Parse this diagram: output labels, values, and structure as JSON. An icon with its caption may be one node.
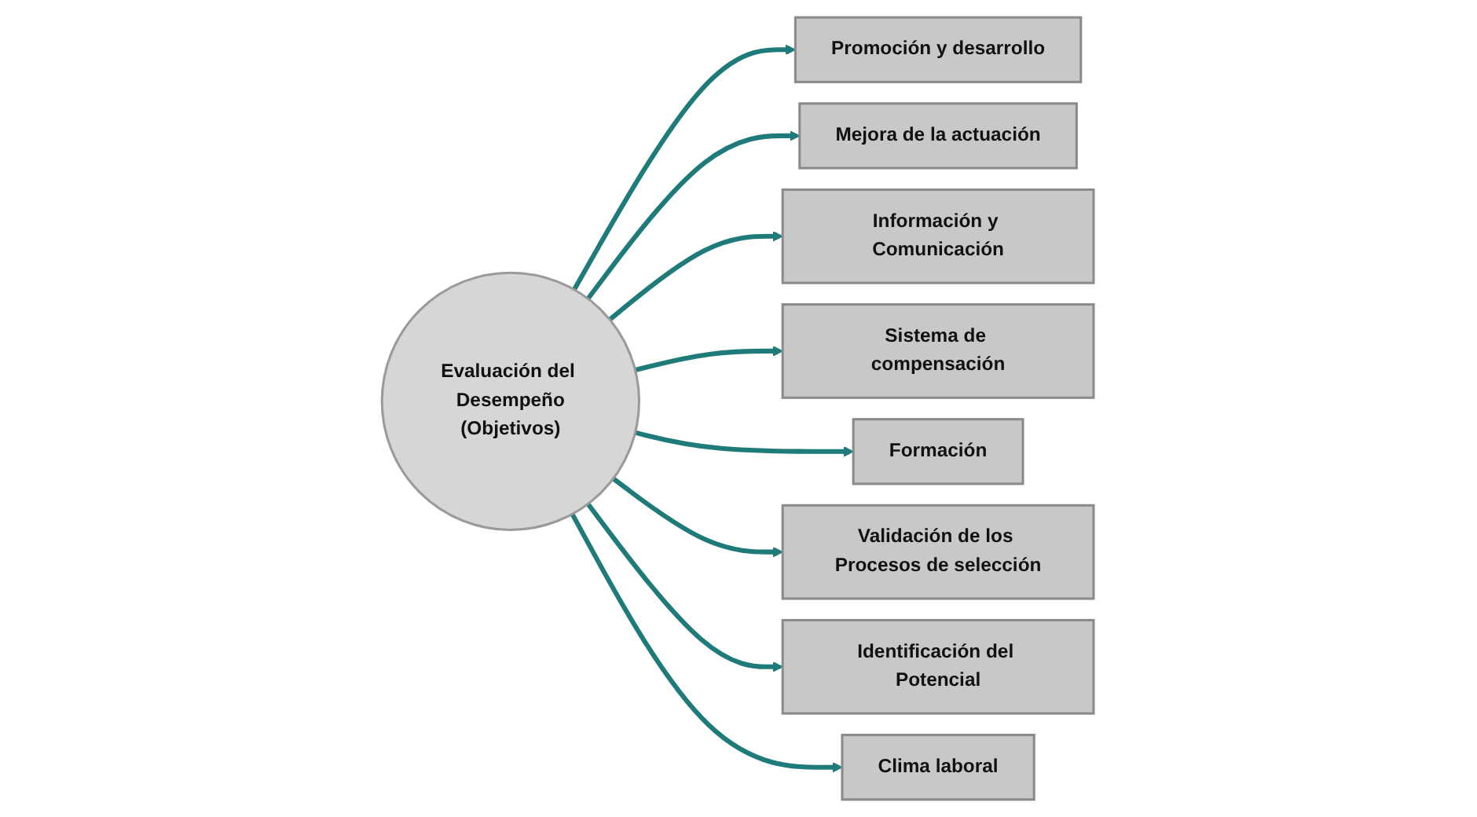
{
  "diagram": {
    "nodes": [
      {
        "text": [
          "Promoción y desarrollo"
        ]
      },
      {
        "text": [
          "Mejora de la actuación"
        ]
      },
      {
        "text": [
          "Información y Comunicación"
        ]
      },
      {
        "text": [
          "Sistema de compensación"
        ]
      },
      {
        "text": [
          "Evaluación del Desempeño",
          "(Objetivos)"
        ]
      },
      {
        "text": [
          "Formación"
        ]
      },
      {
        "text": [
          "Validación de los Procesos de selección"
        ]
      },
      {
        "text": [
          "Identificación del Potencial"
        ]
      },
      {
        "text": [
          "Clima laboral"
        ]
      }
    ],
    "edges": [
      {
        "from": 4,
        "to": 0,
        "arrow": "to"
      },
      {
        "from": 4,
        "to": 1,
        "arrow": "to"
      },
      {
        "from": 4,
        "to": 2,
        "arrow": "to"
      },
      {
        "from": 4,
        "to": 3,
        "arrow": "to"
      },
      {
        "from": 4,
        "to": 5,
        "arrow": "to"
      },
      {
        "from": 4,
        "to": 6,
        "arrow": "to"
      },
      {
        "from": 4,
        "to": 7,
        "arrow": "to"
      },
      {
        "from": 4,
        "to": 8,
        "arrow": "to"
      }
    ]
  }
}
